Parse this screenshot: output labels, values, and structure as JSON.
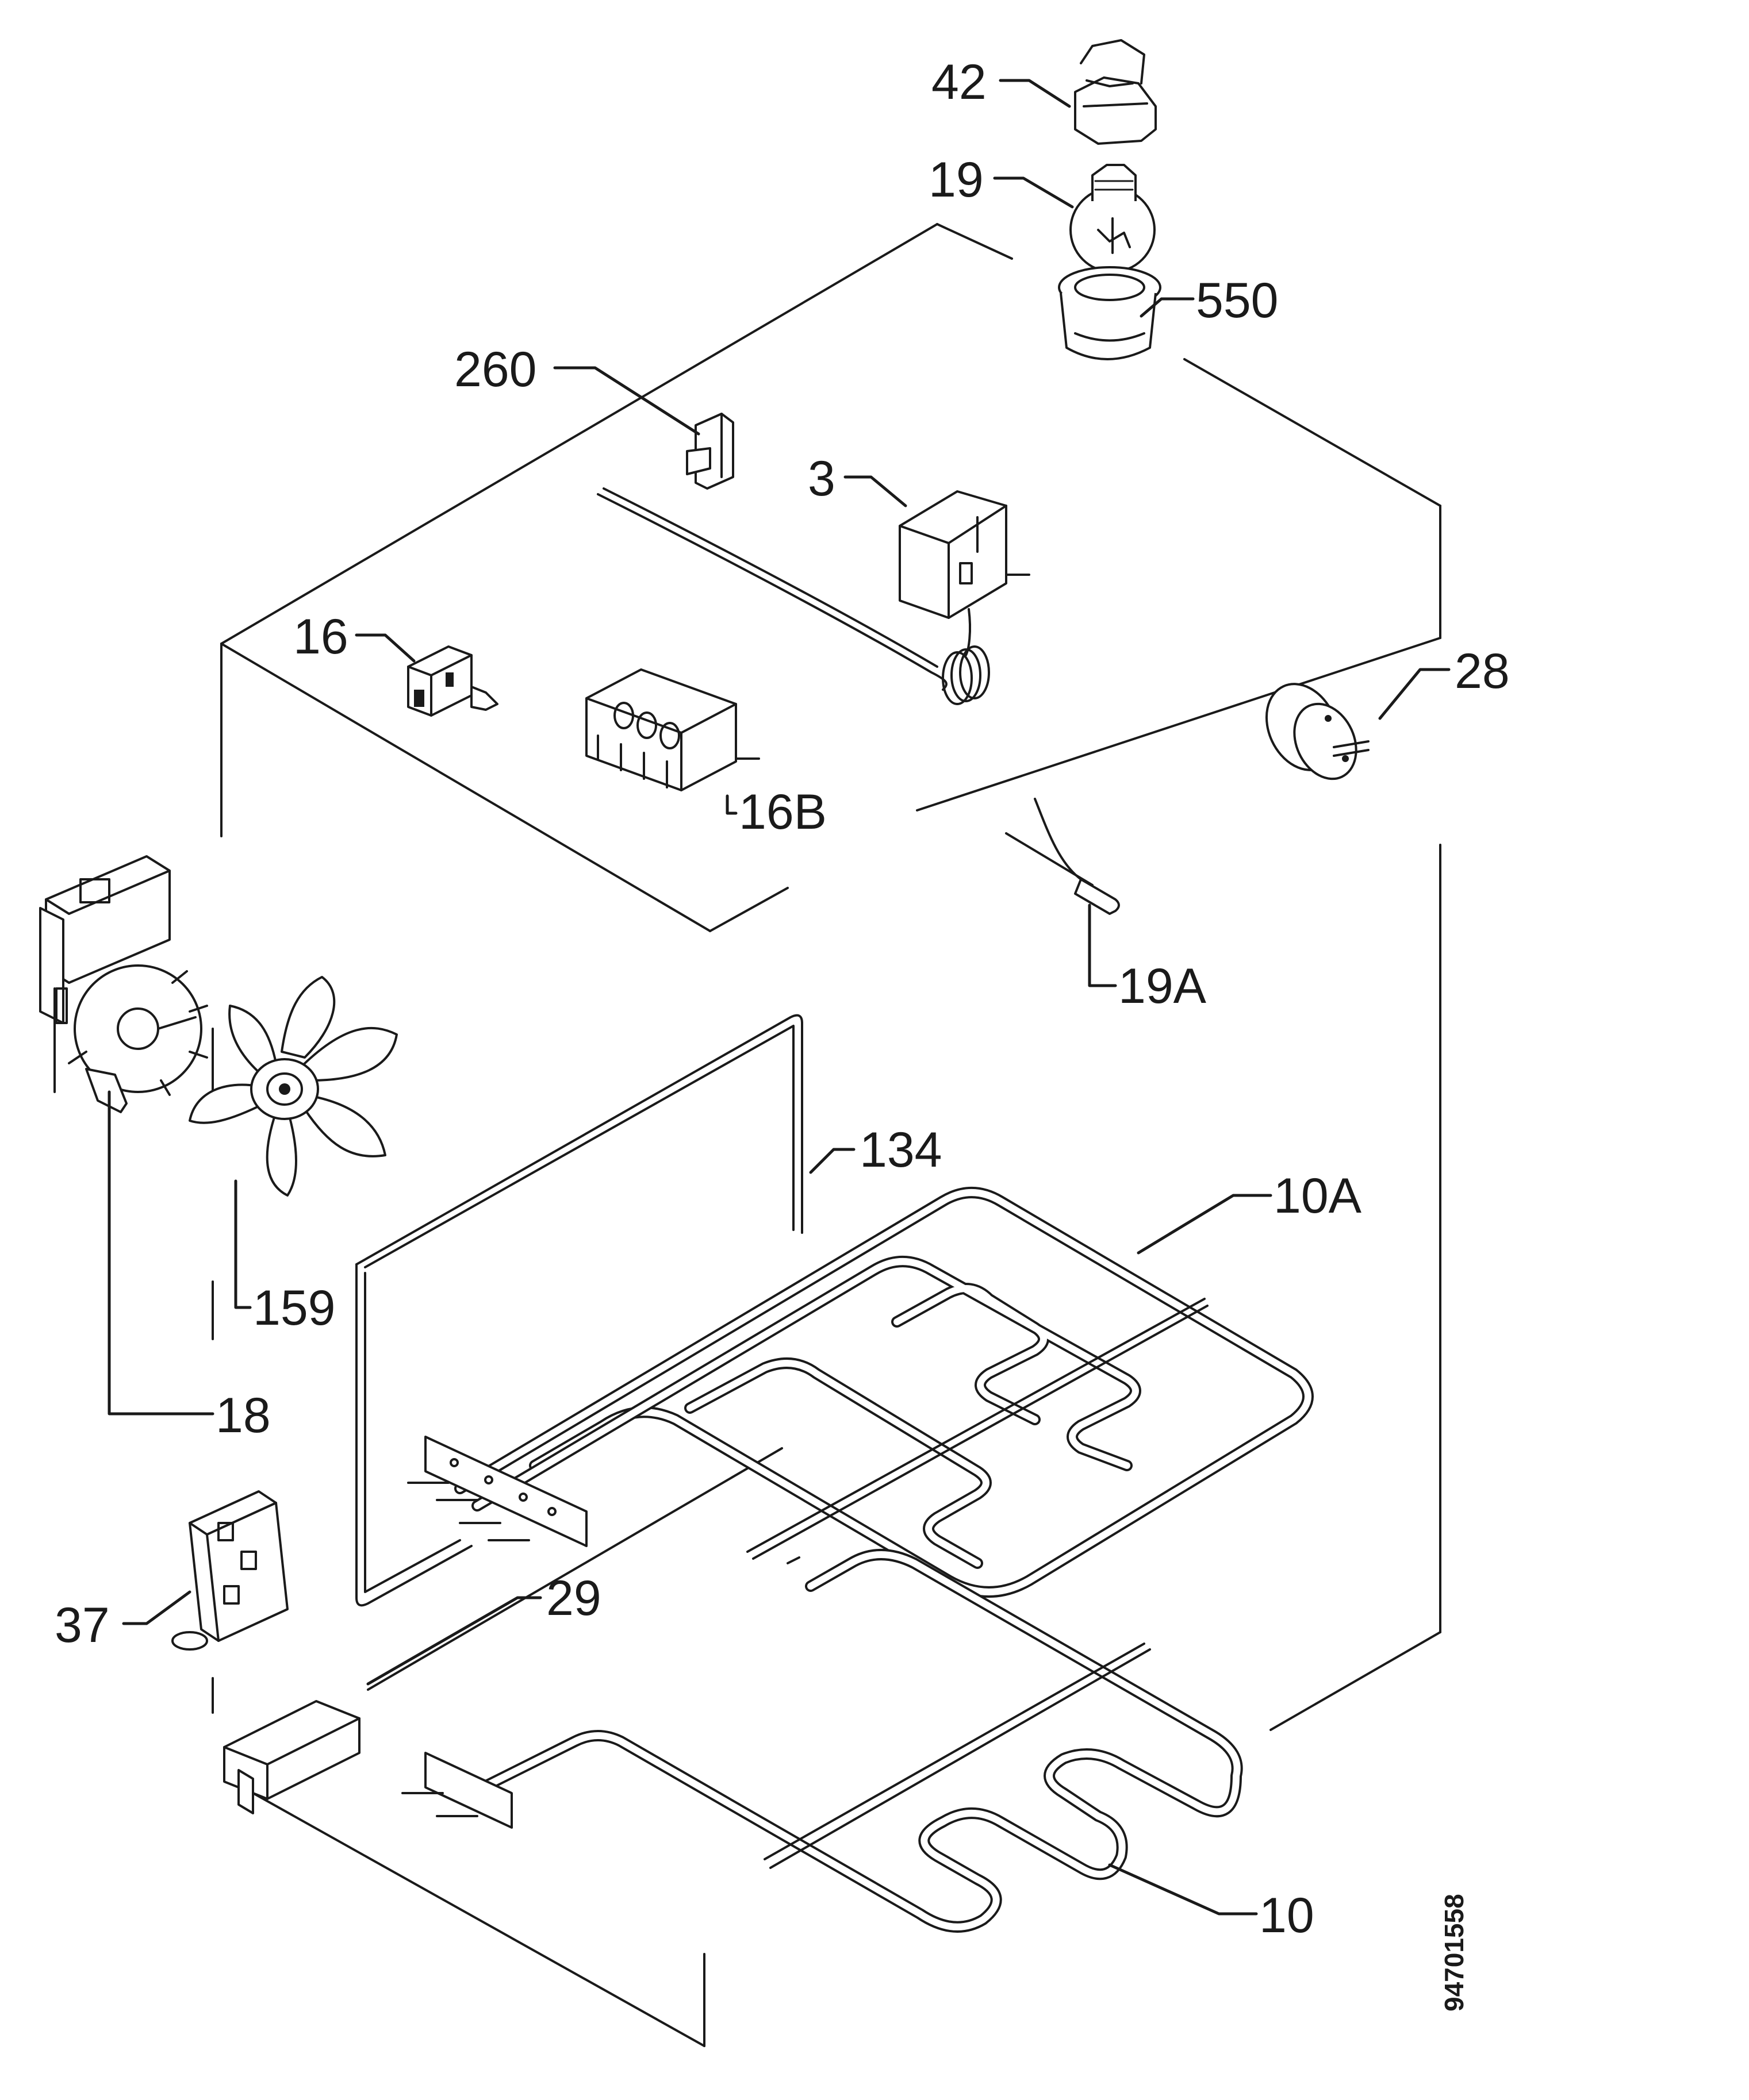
{
  "diagram": {
    "code": "94701558",
    "labels": {
      "p42": "42",
      "p19": "19",
      "p550": "550",
      "p260": "260",
      "p3": "3",
      "p16": "16",
      "p16b": "16B",
      "p28": "28",
      "p19a": "19A",
      "p134": "134",
      "p10a": "10A",
      "p159": "159",
      "p18": "18",
      "p37": "37",
      "p29": "29",
      "p10": "10"
    }
  }
}
